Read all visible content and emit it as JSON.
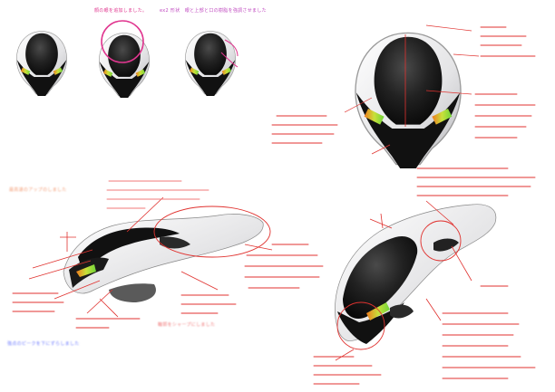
{
  "sheet": {
    "notes": {
      "top_pink": "顔の眼を追加しました。",
      "top_magenta": "ex2 形状　眼と上部と口の樹脂を強調させました",
      "left_orange": "最高速のアップのしました",
      "left_blue": "強点のピークを下にずらしました",
      "left_pink": "輪郭をシャープにしました"
    },
    "colors": {
      "annotation_red": "#e0322f",
      "pink_circle": "#e0368f",
      "blue_note": "#6f7cff",
      "orange_note": "#f4a07a",
      "eye_green": "#8fe04a",
      "eye_orange": "#f07a1c",
      "visor": "#1c1c1c",
      "shell": "#e9e9ea"
    }
  }
}
